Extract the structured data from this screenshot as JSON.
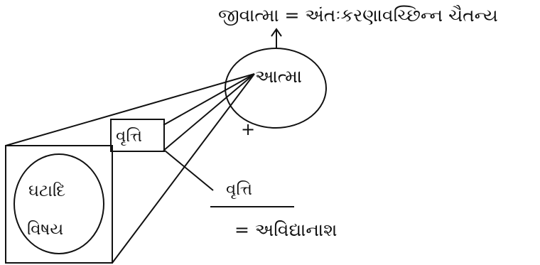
{
  "diagram": {
    "top_equation": "જીવાત્મા = અંતઃકરણાવચ્છિન્ન ચૈતન્ય",
    "self_label": "આત્મા",
    "plus_sign": "+",
    "box_label": "વૃત્તિ",
    "object_label_line1": "ઘટાદિ",
    "object_label_line2": "વિષય",
    "fraction_numerator": "વૃત્તિ",
    "fraction_result": "= અવિદ્યાનાશ"
  }
}
